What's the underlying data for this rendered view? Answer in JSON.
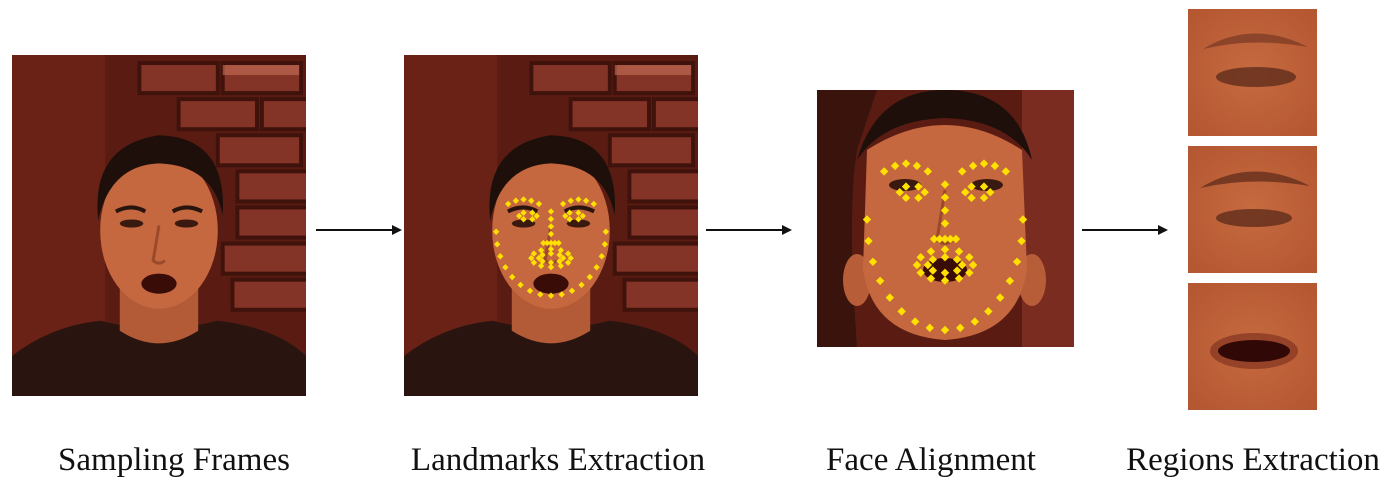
{
  "steps": [
    {
      "caption": "Sampling Frames"
    },
    {
      "caption": "Landmarks Extraction"
    },
    {
      "caption": "Face Alignment"
    },
    {
      "caption": "Regions Extraction"
    }
  ],
  "regions": [
    "eye-region",
    "eye-region",
    "mouth-region"
  ],
  "colors": {
    "landmark": "#ffe000",
    "skin": "#c6683f",
    "background": "#6e2418",
    "brick": "#7e3022",
    "shirt": "#2a1410",
    "arrow": "#111111"
  }
}
